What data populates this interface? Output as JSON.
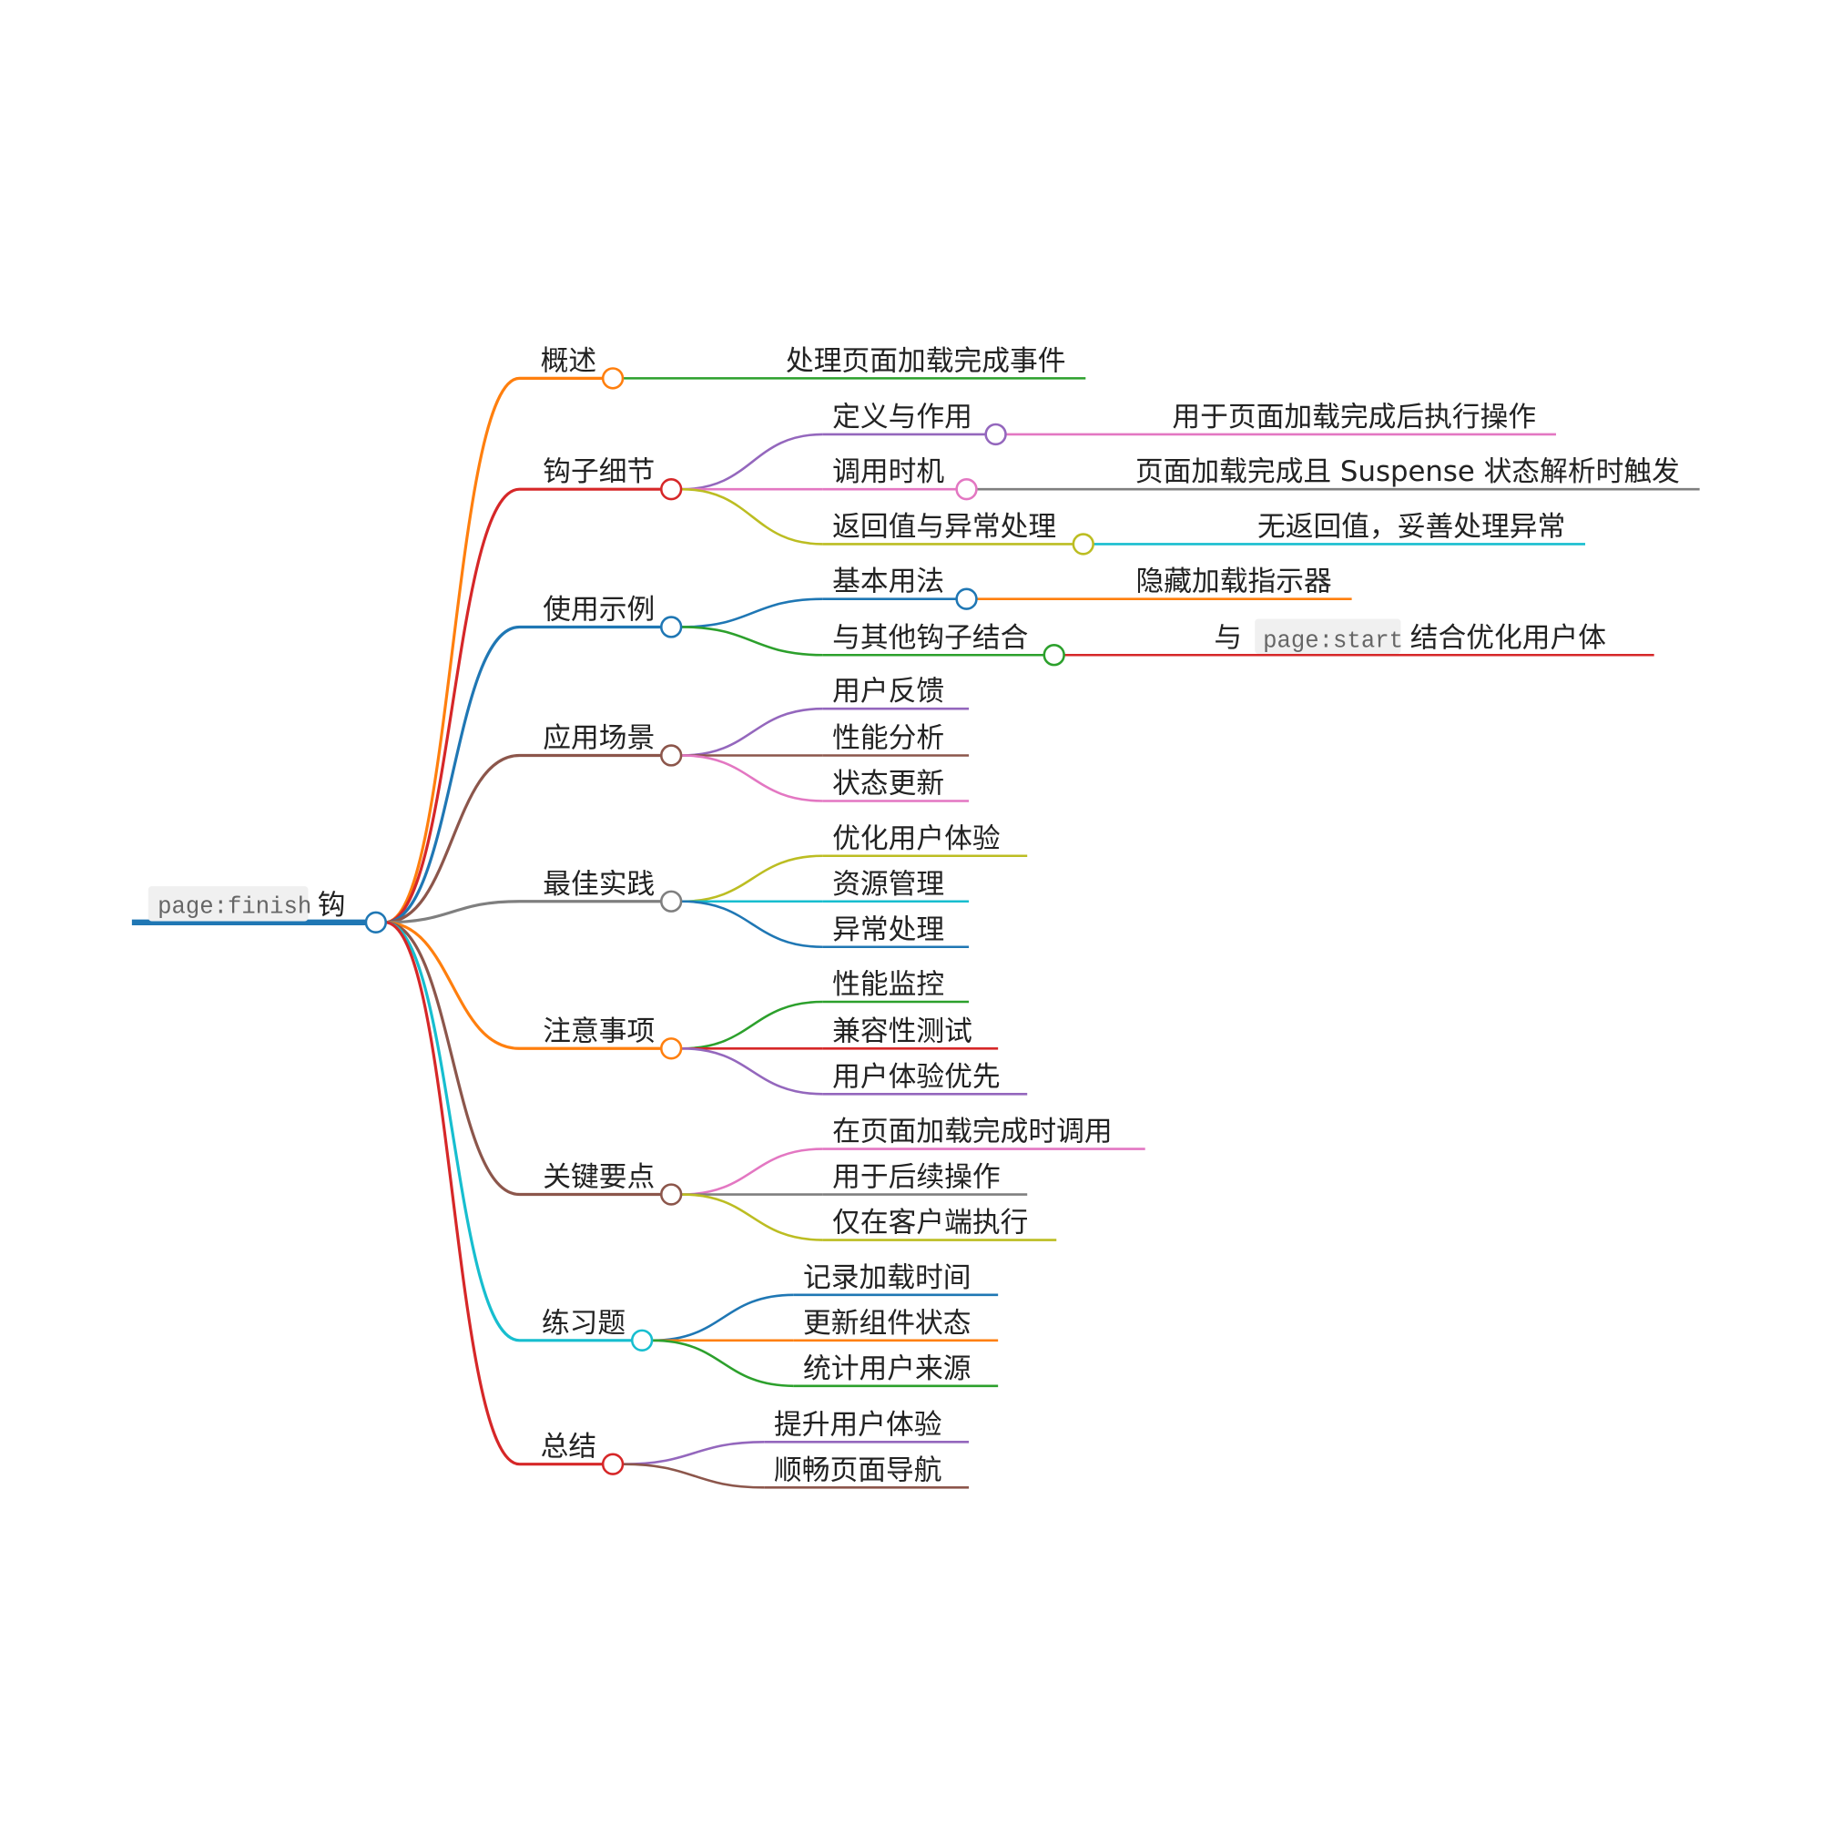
{
  "root": {
    "code": "page:finish",
    "suffix": "钩",
    "color": "#1f77b4"
  },
  "branches": [
    {
      "label": "概述",
      "color": "#ff7f0e",
      "children": [
        {
          "label": "处理页面加载完成事件",
          "color": "#2ca02c",
          "leafOnly": true
        }
      ]
    },
    {
      "label": "钩子细节",
      "color": "#d62728",
      "children": [
        {
          "label": "定义与作用",
          "color": "#9467bd",
          "detail": {
            "label": "用于页面加载完成后执行操作",
            "color": "#e377c2"
          }
        },
        {
          "label": "调用时机",
          "color": "#e377c2",
          "detail": {
            "label": "页面加载完成且 Suspense 状态解析时触发",
            "color": "#7f7f7f"
          }
        },
        {
          "label": "返回值与异常处理",
          "color": "#bcbd22",
          "detail": {
            "label": "无返回值，妥善处理异常",
            "color": "#17becf"
          }
        }
      ]
    },
    {
      "label": "使用示例",
      "color": "#1f77b4",
      "children": [
        {
          "label": "基本用法",
          "color": "#1f77b4",
          "detail": {
            "label": "隐藏加载指示器",
            "color": "#ff7f0e"
          }
        },
        {
          "label": "与其他钩子结合",
          "color": "#2ca02c",
          "detail": {
            "pre": "与",
            "code": "page:start",
            "post": "结合优化用户体",
            "color": "#d62728"
          }
        }
      ]
    },
    {
      "label": "应用场景",
      "color": "#8c564b",
      "children": [
        {
          "label": "用户反馈",
          "color": "#9467bd"
        },
        {
          "label": "性能分析",
          "color": "#8c564b"
        },
        {
          "label": "状态更新",
          "color": "#e377c2"
        }
      ]
    },
    {
      "label": "最佳实践",
      "color": "#7f7f7f",
      "children": [
        {
          "label": "优化用户体验",
          "color": "#bcbd22"
        },
        {
          "label": "资源管理",
          "color": "#17becf"
        },
        {
          "label": "异常处理",
          "color": "#1f77b4"
        }
      ]
    },
    {
      "label": "注意事项",
      "color": "#ff7f0e",
      "children": [
        {
          "label": "性能监控",
          "color": "#2ca02c"
        },
        {
          "label": "兼容性测试",
          "color": "#d62728"
        },
        {
          "label": "用户体验优先",
          "color": "#9467bd"
        }
      ]
    },
    {
      "label": "关键要点",
      "color": "#8c564b",
      "children": [
        {
          "label": "在页面加载完成时调用",
          "color": "#e377c2"
        },
        {
          "label": "用于后续操作",
          "color": "#7f7f7f"
        },
        {
          "label": "仅在客户端执行",
          "color": "#bcbd22"
        }
      ]
    },
    {
      "label": "练习题",
      "color": "#17becf",
      "children": [
        {
          "label": "记录加载时间",
          "color": "#1f77b4"
        },
        {
          "label": "更新组件状态",
          "color": "#ff7f0e"
        },
        {
          "label": "统计用户来源",
          "color": "#2ca02c"
        }
      ]
    },
    {
      "label": "总结",
      "color": "#d62728",
      "children": [
        {
          "label": "提升用户体验",
          "color": "#9467bd"
        },
        {
          "label": "顺畅页面导航",
          "color": "#8c564b"
        }
      ]
    }
  ]
}
